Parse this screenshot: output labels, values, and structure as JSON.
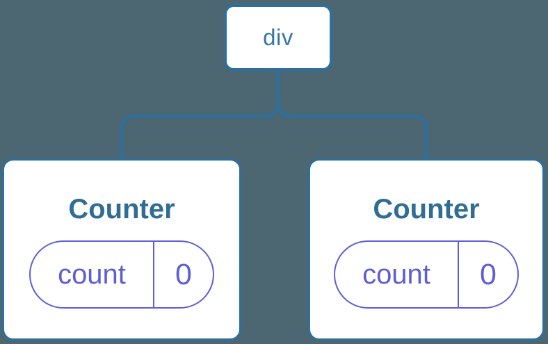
{
  "diagram": {
    "type": "component-tree",
    "colors": {
      "background": "#4c6672",
      "node_fill": "#ffffff",
      "accent_blue": "#2e6f9e",
      "root_label_blue": "#3577a3",
      "title_blue": "#2f6d94",
      "state_purple": "#5d5dd6"
    },
    "root": {
      "label": "div"
    },
    "children": [
      {
        "title": "Counter",
        "state": {
          "key": "count",
          "value": "0"
        }
      },
      {
        "title": "Counter",
        "state": {
          "key": "count",
          "value": "0"
        }
      }
    ]
  }
}
